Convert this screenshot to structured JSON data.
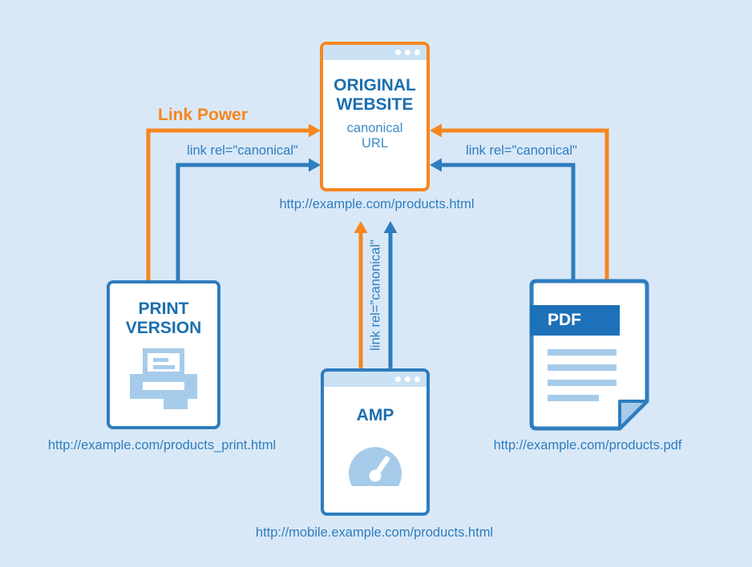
{
  "canvas": {
    "background": "#d9e8f7"
  },
  "colors": {
    "orange": "#f6861f",
    "blue": "#2e7dbe",
    "title_blue": "#1b6fae",
    "light_blue": "#a6cbea",
    "topbar_blue": "#cbe1f4",
    "pdf_banner_blue": "#1d71b8"
  },
  "nodes": {
    "original": {
      "title": "ORIGINAL WEBSITE",
      "subtitle": "canonical URL",
      "url": "http://example.com/products.html"
    },
    "print": {
      "title": "PRINT VERSION",
      "url": "http://example.com/products_print.html"
    },
    "amp": {
      "title": "AMP",
      "url": "http://mobile.example.com/products.html"
    },
    "pdf": {
      "title": "PDF",
      "url": "http://example.com/products.pdf"
    }
  },
  "arrows": {
    "link_power_label": "Link Power",
    "canonical_left_label": "link rel=\"canonical\"",
    "canonical_right_label": "link rel=\"canonical\"",
    "canonical_amp_label": "link rel=\"canonical\""
  }
}
